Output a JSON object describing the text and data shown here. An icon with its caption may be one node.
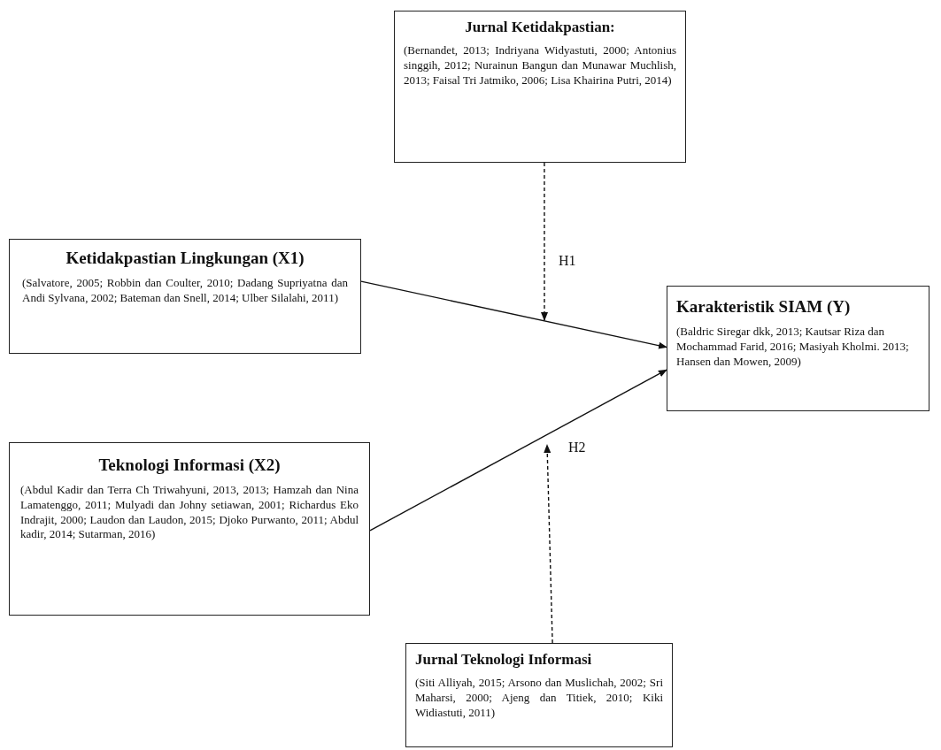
{
  "diagram": {
    "nodes": [
      {
        "text": [
          "Jurnal Ketidakpastian:",
          "(Bernandet, 2013; Indriyana Widyastuti, 2000; Antonius singgih, 2012; Nurainun Bangun dan Munawar Muchlish, 2013; Faisal Tri Jatmiko, 2006; Lisa Khairina Putri, 2014)"
        ]
      },
      {
        "text": [
          "Ketidakpastian Lingkungan (X1)",
          "(Salvatore, 2005; Robbin dan Coulter, 2010; Dadang Supriyatna dan Andi Sylvana, 2002; Bateman dan Snell, 2014; Ulber Silalahi, 2011)"
        ]
      },
      {
        "text": [
          "Karakteristik SIAM (Y)",
          "(Baldric Siregar dkk, 2013; Kautsar Riza dan Mochammad Farid, 2016; Masiyah Kholmi. 2013; Hansen dan Mowen, 2009)"
        ]
      },
      {
        "text": [
          "Teknologi Informasi (X2)",
          "(Abdul Kadir dan Terra Ch Triwahyuni, 2013, 2013; Hamzah dan Nina Lamatenggo, 2011; Mulyadi dan Johny setiawan, 2001; Richardus Eko Indrajit, 2000; Laudon dan Laudon, 2015; Djoko Purwanto, 2011; Abdul kadir, 2014; Sutarman, 2016)"
        ]
      },
      {
        "text": [
          "Jurnal Teknologi Informasi",
          "(Siti Alliyah, 2015; Arsono dan Muslichah, 2002; Sri Maharsi, 2000; Ajeng dan Titiek, 2010; Kiki Widiastuti, 2011)"
        ]
      }
    ],
    "edges": [
      {
        "from": 1,
        "to": 2,
        "arrow": "to"
      },
      {
        "from": 3,
        "to": 2,
        "arrow": "to"
      },
      {
        "from": 0,
        "to": null,
        "arrow": "to",
        "style": "dashed",
        "label": "H1"
      },
      {
        "from": 4,
        "to": null,
        "arrow": "to",
        "style": "dashed",
        "label": "H2"
      }
    ]
  }
}
